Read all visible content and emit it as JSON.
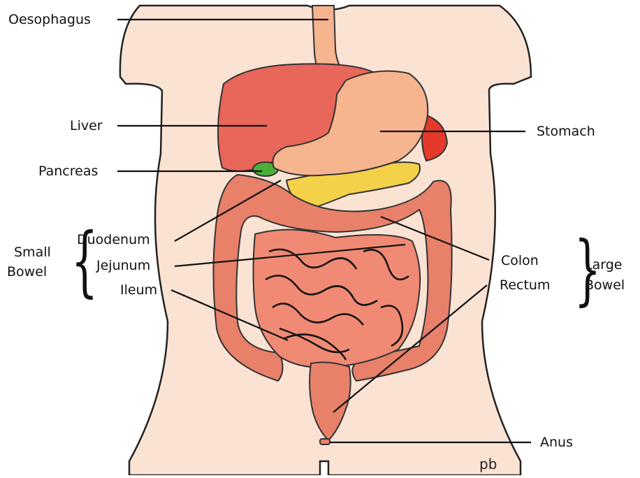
{
  "labels": {
    "oesophagus": "Oesophagus",
    "liver": "Liver",
    "pancreas": "Pancreas",
    "duodenum": "Duodenum",
    "jejunum": "Jejunum",
    "ileum": "Ileum",
    "small_bowel_1": "Small",
    "small_bowel_2": "Bowel",
    "stomach": "Stomach",
    "colon": "Colon",
    "rectum": "Rectum",
    "large_bowel_1": "Large",
    "large_bowel_2": "Bowel",
    "anus": "Anus"
  },
  "signature": "pb",
  "colors": {
    "skin": "#fbe3d4",
    "skin_outline": "#222222",
    "liver": "#e8665a",
    "stomach": "#f6b48f",
    "spleen": "#e53a2a",
    "pancreas": "#f3d24a",
    "gallbladder": "#4cae3a",
    "bowel": "#f08a74",
    "colon": "#e8806a"
  }
}
